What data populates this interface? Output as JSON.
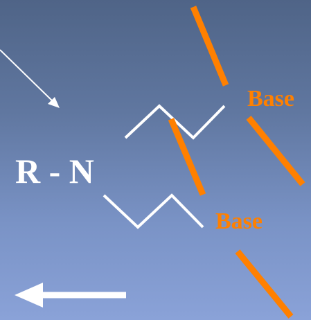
{
  "diagram": {
    "formula": "R - N",
    "base_top": "Base",
    "base_bottom": "Base",
    "colors": {
      "line": "#ffffff",
      "base_stroke": "#ff8000",
      "base_text": "#ff8000"
    }
  }
}
